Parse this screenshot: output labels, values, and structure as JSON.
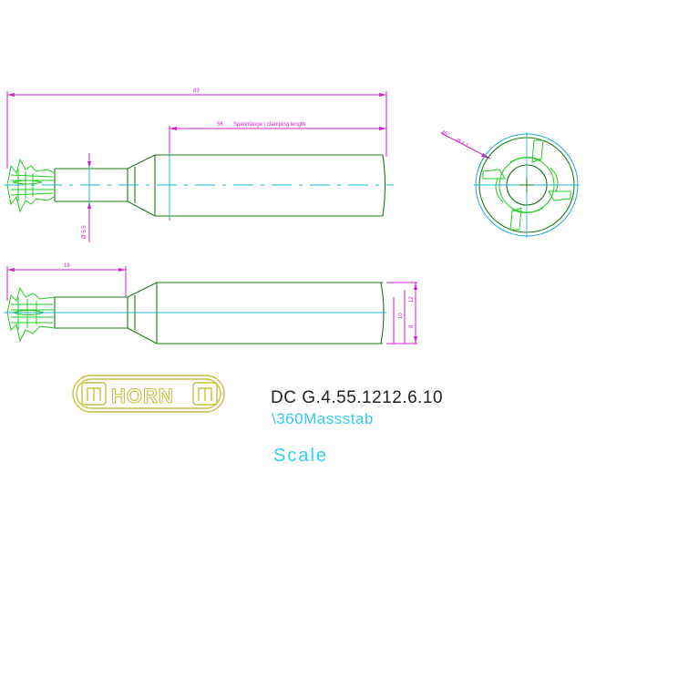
{
  "dimensions": {
    "overall_length": "83",
    "clamping_length": "56",
    "clamping_label": "Spannlänge / clamping length",
    "neck_diameter": "Ø 5.5",
    "section_angle": "45°",
    "section_diameter": "Ø 4.1",
    "lower_length": "18",
    "shank_diameters": [
      "8",
      "10",
      "12"
    ]
  },
  "logo": {
    "text": "HORN"
  },
  "title_block": {
    "part_number": "DC G.4.55.1212.6.10",
    "scale_ratio": "\\360Massstab",
    "scale_label": "Scale"
  },
  "colors": {
    "dimension": "#cc22cc",
    "outline": "#1a7a1a",
    "cutter": "#22cc22",
    "centerline": "#22bbcc",
    "logo": "#c8c040",
    "annotation": "#33ccee"
  }
}
